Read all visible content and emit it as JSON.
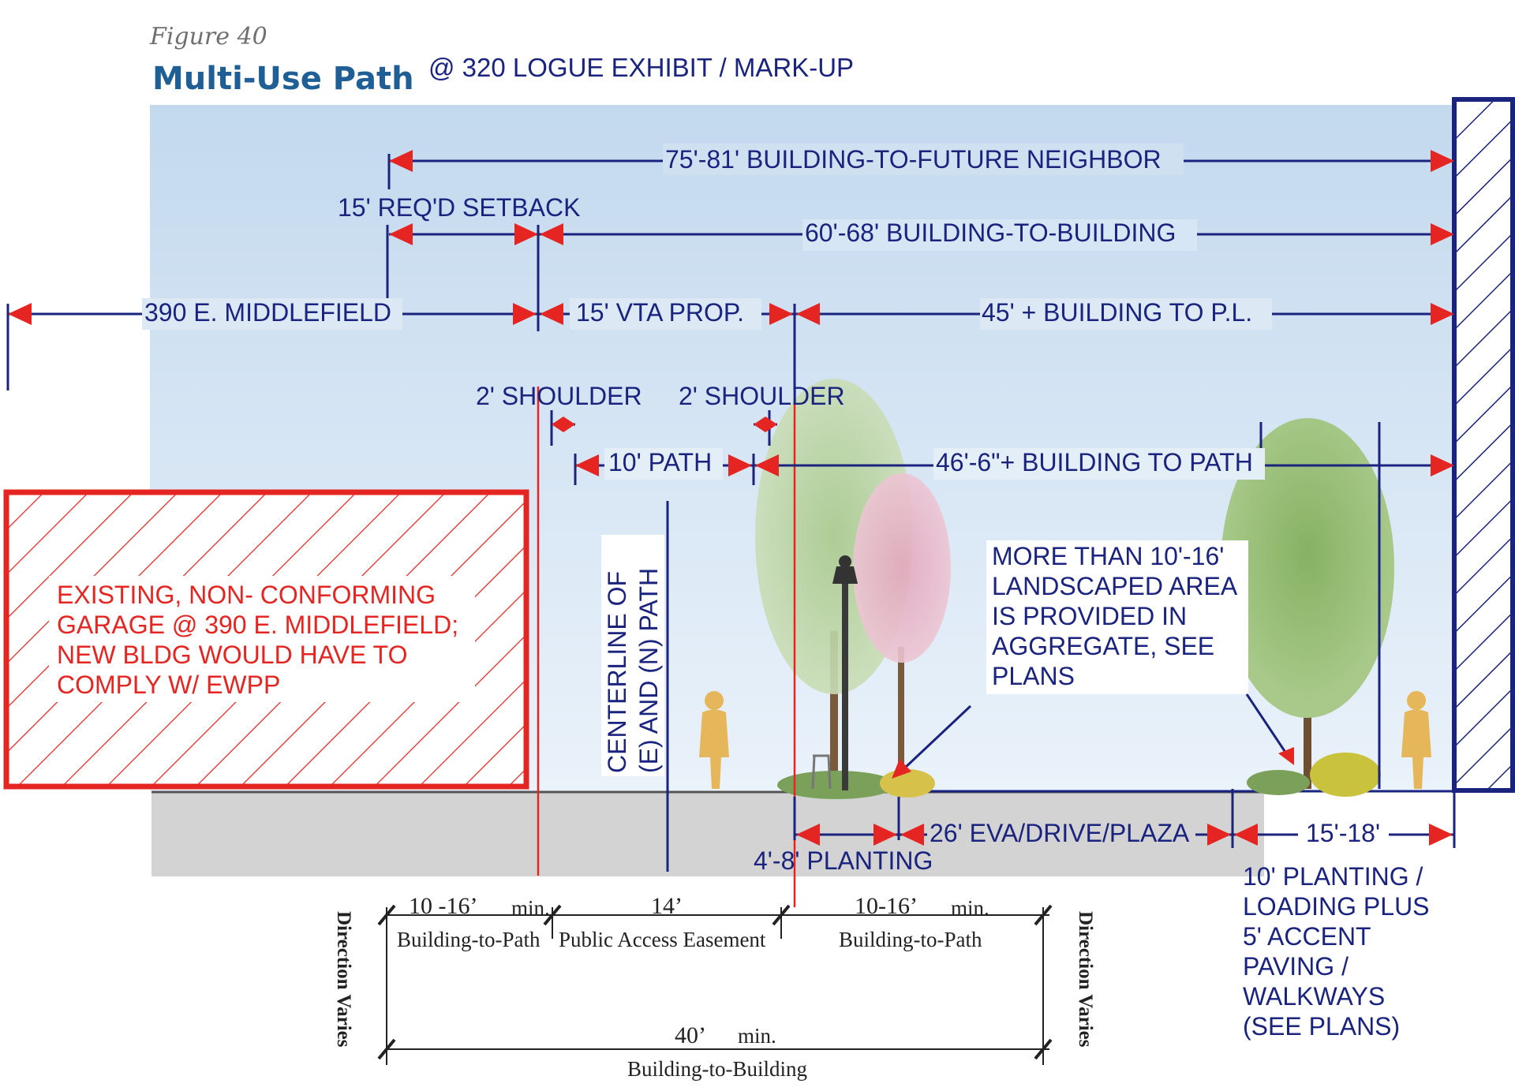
{
  "figure_label": "Figure 40",
  "title": "Multi-Use Path",
  "markup_title": "@ 320 LOGUE EXHIBIT / MARK-UP",
  "dimensions": {
    "building_to_future_neighbor": "75'-81' BUILDING-TO-FUTURE NEIGHBOR",
    "reqd_setback": "15' REQ'D SETBACK",
    "building_to_building": "60'-68' BUILDING-TO-BUILDING",
    "middlefield": "390 E. MIDDLEFIELD",
    "vta_prop": "15' VTA PROP.",
    "building_to_pl": "45' + BUILDING TO P.L.",
    "shoulder_left": "2' SHOULDER",
    "shoulder_right": "2' SHOULDER",
    "path": "10' PATH",
    "building_to_path": "46'-6\"+ BUILDING TO PATH",
    "eva_drive": "26' EVA/DRIVE/PLAZA",
    "planting_small": "4'-8' PLANTING",
    "planting_right": "15'-18'"
  },
  "garage_note": [
    "EXISTING, NON- CONFORMING",
    "GARAGE @ 390 E. MIDDLEFIELD;",
    "NEW BLDG WOULD HAVE TO",
    "COMPLY W/ EWPP"
  ],
  "centerline_label": [
    "CENTERLINE OF",
    "(E) AND (N) PATH"
  ],
  "landscape_note": [
    "MORE THAN 10'-16'",
    "LANDSCAPED AREA",
    "IS PROVIDED IN",
    "AGGREGATE, SEE",
    "PLANS"
  ],
  "planting_note": [
    "10' PLANTING /",
    "LOADING PLUS",
    "5' ACCENT",
    "PAVING /",
    "WALKWAYS",
    "(SEE PLANS)"
  ],
  "bottom_dims": {
    "left_value": "10 -16’",
    "left_min": "min.",
    "left_label": "Building-to-Path",
    "center_value": "14’",
    "center_label": "Public Access Easement",
    "right_value": "10-16’",
    "right_min": "min.",
    "right_label": "Building-to-Path",
    "total_value": "40’",
    "total_min": "min.",
    "total_label": "Building-to-Building",
    "direction_left": "Direction Varies",
    "direction_right": "Direction Varies"
  },
  "colors": {
    "navy": "#1a237e",
    "red": "#e52521",
    "title_blue": "#1f5f96",
    "sky_top": "#c6dbef",
    "ground": "#d3d3d3",
    "figure_yellow": "#e6b75a"
  }
}
